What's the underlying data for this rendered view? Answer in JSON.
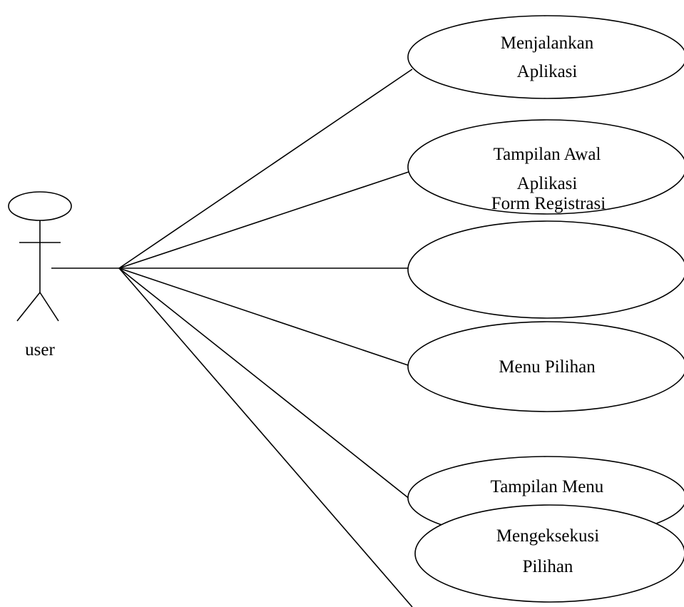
{
  "actor": {
    "label": "user"
  },
  "use_cases": [
    {
      "id": "uc1",
      "lines": [
        "Menjalankan",
        "Aplikasi"
      ]
    },
    {
      "id": "uc2",
      "lines": [
        "Tampilan Awal",
        "Aplikasi"
      ]
    },
    {
      "id": "uc3",
      "lines": [
        "Form Registrasi"
      ]
    },
    {
      "id": "uc4",
      "lines": [
        "Menu Pilihan"
      ]
    },
    {
      "id": "uc5",
      "lines": [
        "Tampilan Menu"
      ]
    },
    {
      "id": "uc6",
      "lines": [
        "Mengeksekusi",
        "Pilihan"
      ]
    }
  ]
}
